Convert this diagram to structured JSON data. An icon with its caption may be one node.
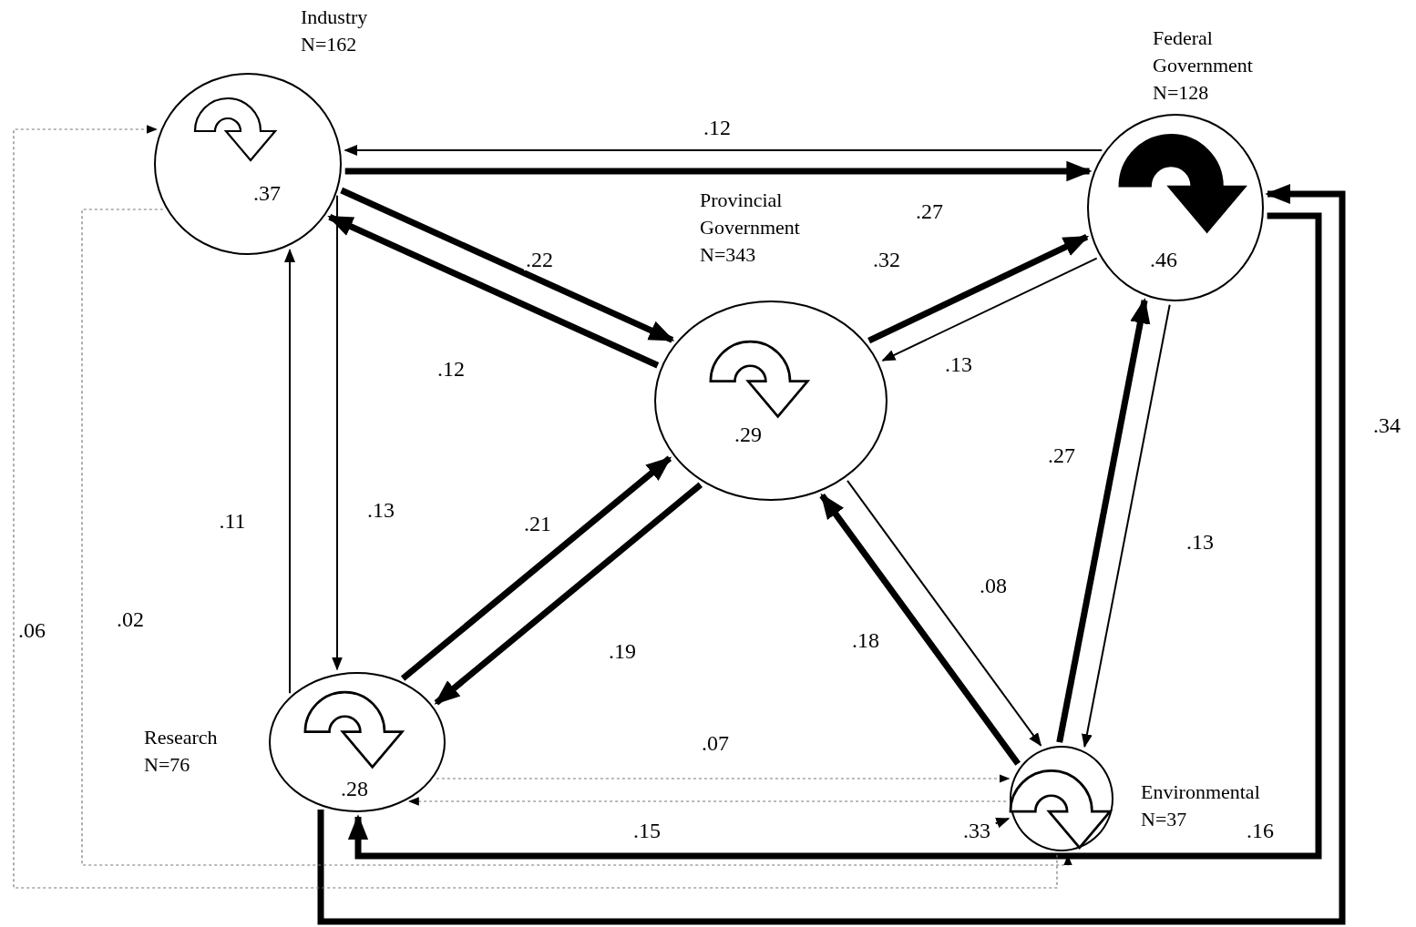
{
  "diagram": {
    "nodes": [
      {
        "text": [
          "Industry N=162",
          ".37"
        ]
      },
      {
        "text": [
          "Federal Government N=128",
          ".46"
        ]
      },
      {
        "text": [
          "Provincial Government N=343",
          ".29"
        ]
      },
      {
        "text": [
          "Research N=76",
          ".28"
        ]
      },
      {
        "text": [
          "Environmental N=37"
        ]
      },
      {
        "text": [
          ".33"
        ]
      }
    ],
    "edges": [
      {
        "from": 1,
        "to": 0,
        "arrow": "to",
        "label": ".12"
      },
      {
        "from": 0,
        "to": 1,
        "arrow": "to",
        "label": ".27",
        "style": "thick"
      },
      {
        "from": 0,
        "to": 2,
        "arrow": "to",
        "label": ".22",
        "style": "thick"
      },
      {
        "from": 2,
        "to": 0,
        "arrow": "to",
        "label": ".12",
        "style": "thick"
      },
      {
        "from": 2,
        "to": 1,
        "arrow": "to",
        "label": ".32",
        "style": "thick"
      },
      {
        "from": 1,
        "to": 2,
        "arrow": "to",
        "label": ".13"
      },
      {
        "from": 0,
        "to": 3,
        "arrow": "to",
        "label": ".13"
      },
      {
        "from": 3,
        "to": 0,
        "arrow": "to",
        "label": ".11"
      },
      {
        "from": 3,
        "to": 2,
        "arrow": "to",
        "label": ".21",
        "style": "thick"
      },
      {
        "from": 2,
        "to": 3,
        "arrow": "to",
        "label": ".19",
        "style": "thick"
      },
      {
        "from": 2,
        "to": 4,
        "arrow": "to",
        "label": ".08"
      },
      {
        "from": 4,
        "to": 2,
        "arrow": "to",
        "label": ".18",
        "style": "thick"
      },
      {
        "from": 4,
        "to": 1,
        "arrow": "to",
        "label": ".27",
        "style": "thick"
      },
      {
        "from": 1,
        "to": 4,
        "arrow": "to",
        "label": ".13"
      },
      {
        "from": 3,
        "to": 4,
        "arrow": "to",
        "label": ".07",
        "style": "dashed",
        "color": "#777777"
      },
      {
        "from": 4,
        "to": 3,
        "arrow": "to",
        "style": "dashed",
        "color": "#777777"
      },
      {
        "from": 1,
        "to": 3,
        "arrow": "to",
        "label": ".15",
        "style": "thick"
      },
      {
        "from": 3,
        "to": 1,
        "arrow": "to",
        "label": ".34",
        "style": "thick"
      },
      {
        "from": 0,
        "to": 4,
        "arrow": "to",
        "label": ".02",
        "style": "dashed",
        "color": "#777777"
      },
      {
        "from": 4,
        "to": 0,
        "arrow": "to",
        "label": ".06",
        "style": "dashed",
        "color": "#777777"
      },
      {
        "from": 5,
        "to": 4,
        "arrow": "to"
      }
    ],
    "labels": [
      ".16"
    ]
  }
}
